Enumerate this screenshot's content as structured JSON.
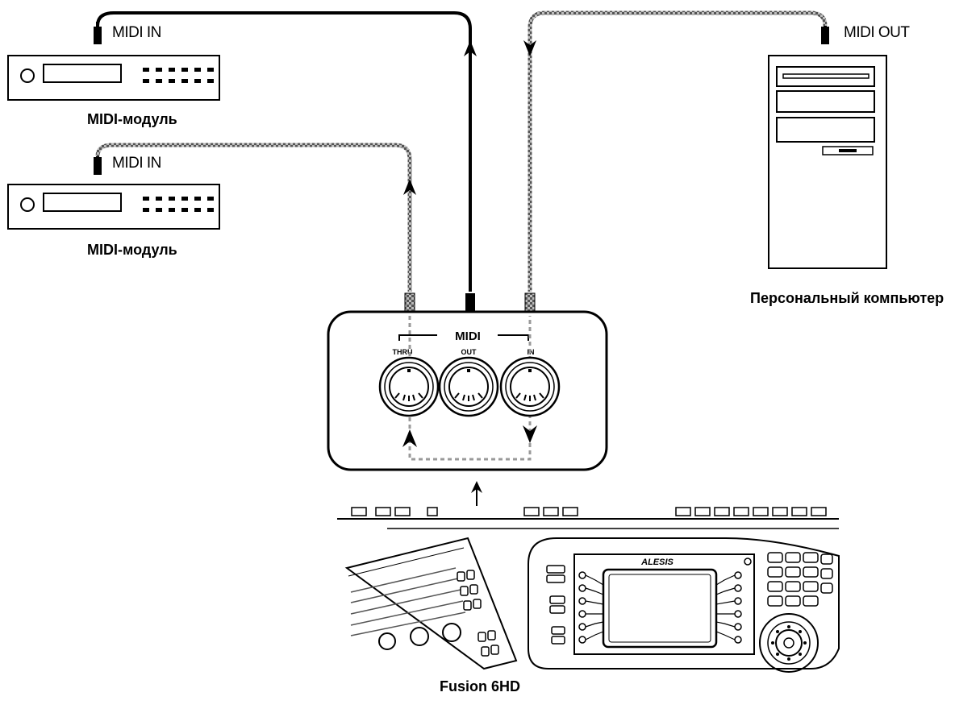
{
  "labels": {
    "module1_plug": "MIDI IN",
    "module1_caption": "MIDI-модуль",
    "module2_plug": "MIDI IN",
    "module2_caption": "MIDI-модуль",
    "pc_plug": "MIDI OUT",
    "pc_caption": "Персональный компьютер",
    "keyboard_caption": "Fusion 6HD"
  },
  "interface_panel": {
    "group_label": "MIDI",
    "ports": [
      "THRU",
      "OUT",
      "IN"
    ]
  },
  "keyboard": {
    "brand": "ALESIS"
  },
  "colors": {
    "line": "#000000",
    "dashed_cable": "#8a8a8a",
    "background": "#ffffff"
  }
}
